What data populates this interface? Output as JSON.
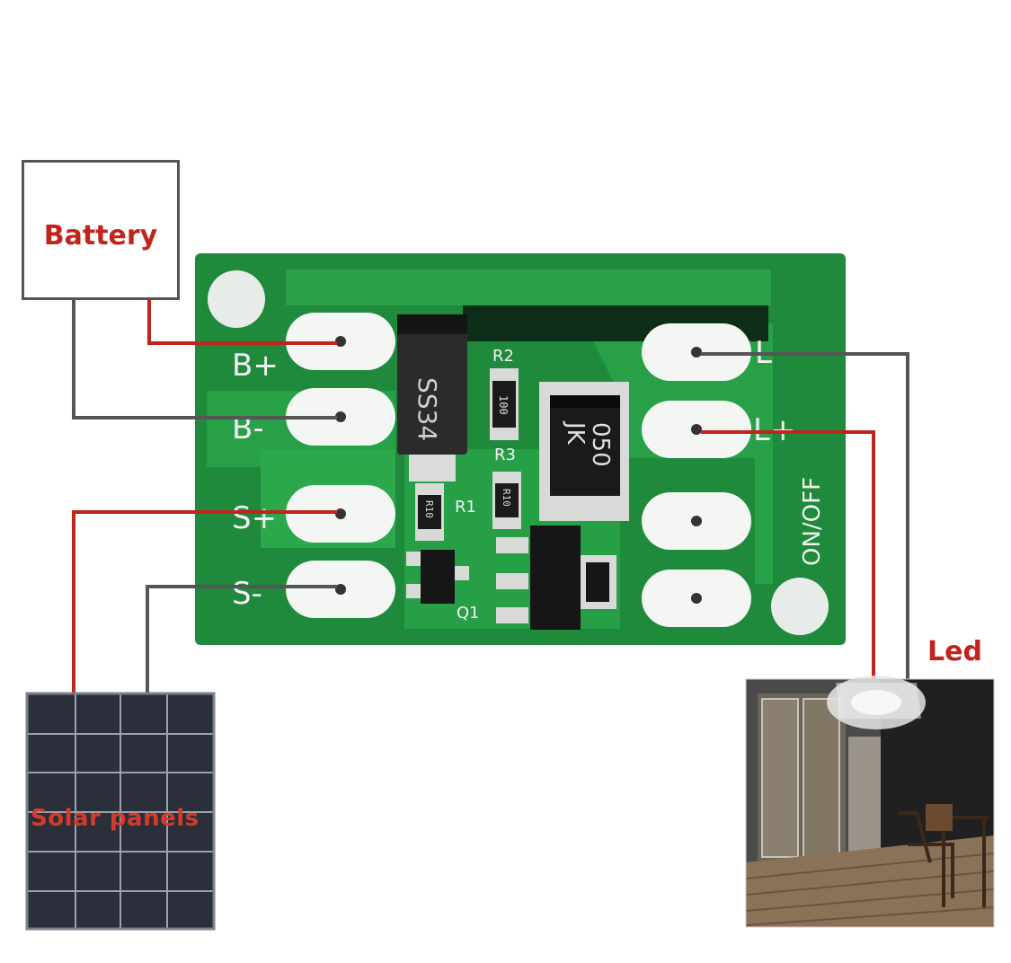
{
  "labels": {
    "battery": "Battery",
    "led": "Led",
    "solar": "Solar panels"
  },
  "pins": {
    "b_plus": "B+",
    "b_minus": "B-",
    "s_plus": "S+",
    "s_minus": "S-",
    "l_minus": "L-",
    "l_plus": "L+",
    "on_off": "ON/OFF"
  },
  "components": {
    "diode": "SS34",
    "ic": "JK\n050",
    "ic_line1": "JK",
    "ic_line2": "050",
    "r1": "R1",
    "r2": "R2",
    "r3": "R3",
    "q1": "Q1",
    "r2_value": "100",
    "r1_value": "R10",
    "r3_value": "R10"
  },
  "colors": {
    "wire_red": "#c0241c",
    "wire_gray": "#555555",
    "pcb_green": "#1e8a3a",
    "pcb_light": "#2fb04c",
    "label_red": "#c0241c"
  }
}
